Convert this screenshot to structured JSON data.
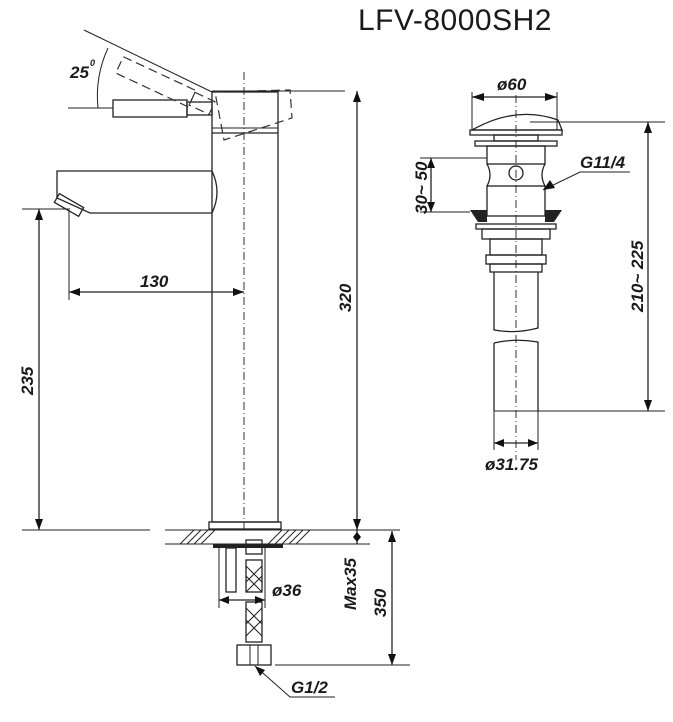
{
  "title": "LFV-8000SH2",
  "faucet": {
    "handle_angle": "25",
    "handle_angle_unit": "0",
    "spout_reach": "130",
    "spout_height": "235",
    "total_height": "320",
    "hole_diameter": "ø36",
    "max_deck_thickness": "Max35",
    "hose_length": "350",
    "hose_thread": "G1/2"
  },
  "drain": {
    "cap_diameter": "ø60",
    "thread": "G11/4",
    "basin_thickness_range": "30~ 50",
    "total_length_range": "210~ 225",
    "pipe_diameter": "ø31.75"
  }
}
